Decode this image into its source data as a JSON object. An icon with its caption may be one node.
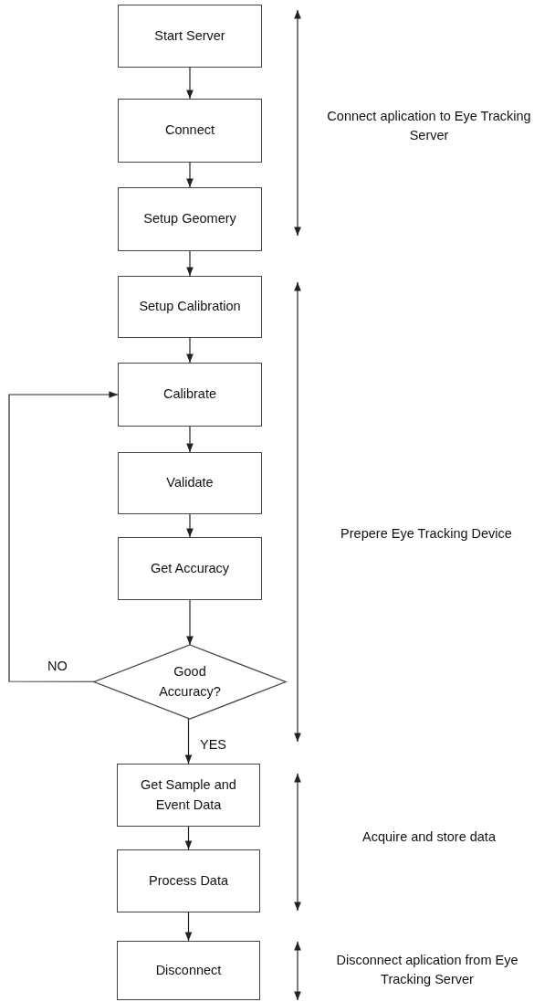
{
  "diagram": {
    "nodes": [
      {
        "text": [
          "Start Server"
        ]
      },
      {
        "text": [
          "Connect"
        ]
      },
      {
        "text": [
          "Setup Geomery"
        ]
      },
      {
        "text": [
          "Setup Calibration"
        ]
      },
      {
        "text": [
          "Calibrate"
        ]
      },
      {
        "text": [
          "Validate"
        ]
      },
      {
        "text": [
          "Get Accuracy"
        ]
      },
      {
        "text": [
          "Good Accuracy?"
        ]
      },
      {
        "text": [
          "Get Sample and Event Data"
        ]
      },
      {
        "text": [
          "Process Data"
        ]
      },
      {
        "text": [
          "Disconnect"
        ]
      }
    ],
    "edges": [
      {
        "from": 0,
        "to": 1,
        "arrow": "to"
      },
      {
        "from": 1,
        "to": 2,
        "arrow": "to"
      },
      {
        "from": 2,
        "to": 3,
        "arrow": "to"
      },
      {
        "from": 3,
        "to": 4,
        "arrow": "to"
      },
      {
        "from": 4,
        "to": 5,
        "arrow": "to"
      },
      {
        "from": 5,
        "to": 6,
        "arrow": "to"
      },
      {
        "from": 6,
        "to": 7,
        "arrow": "to"
      },
      {
        "from": 7,
        "to": 4,
        "arrow": "to",
        "label": "NO"
      },
      {
        "from": 7,
        "to": 8,
        "arrow": "to",
        "label": "YES"
      },
      {
        "from": 8,
        "to": 9,
        "arrow": "to"
      },
      {
        "from": 9,
        "to": 10,
        "arrow": "to"
      }
    ],
    "labels": [
      "Connect aplication to Eye Tracking Server",
      "Prepere Eye Tracking Device",
      "Acquire and store data",
      "Disconnect aplication from Eye Tracking Server"
    ]
  }
}
